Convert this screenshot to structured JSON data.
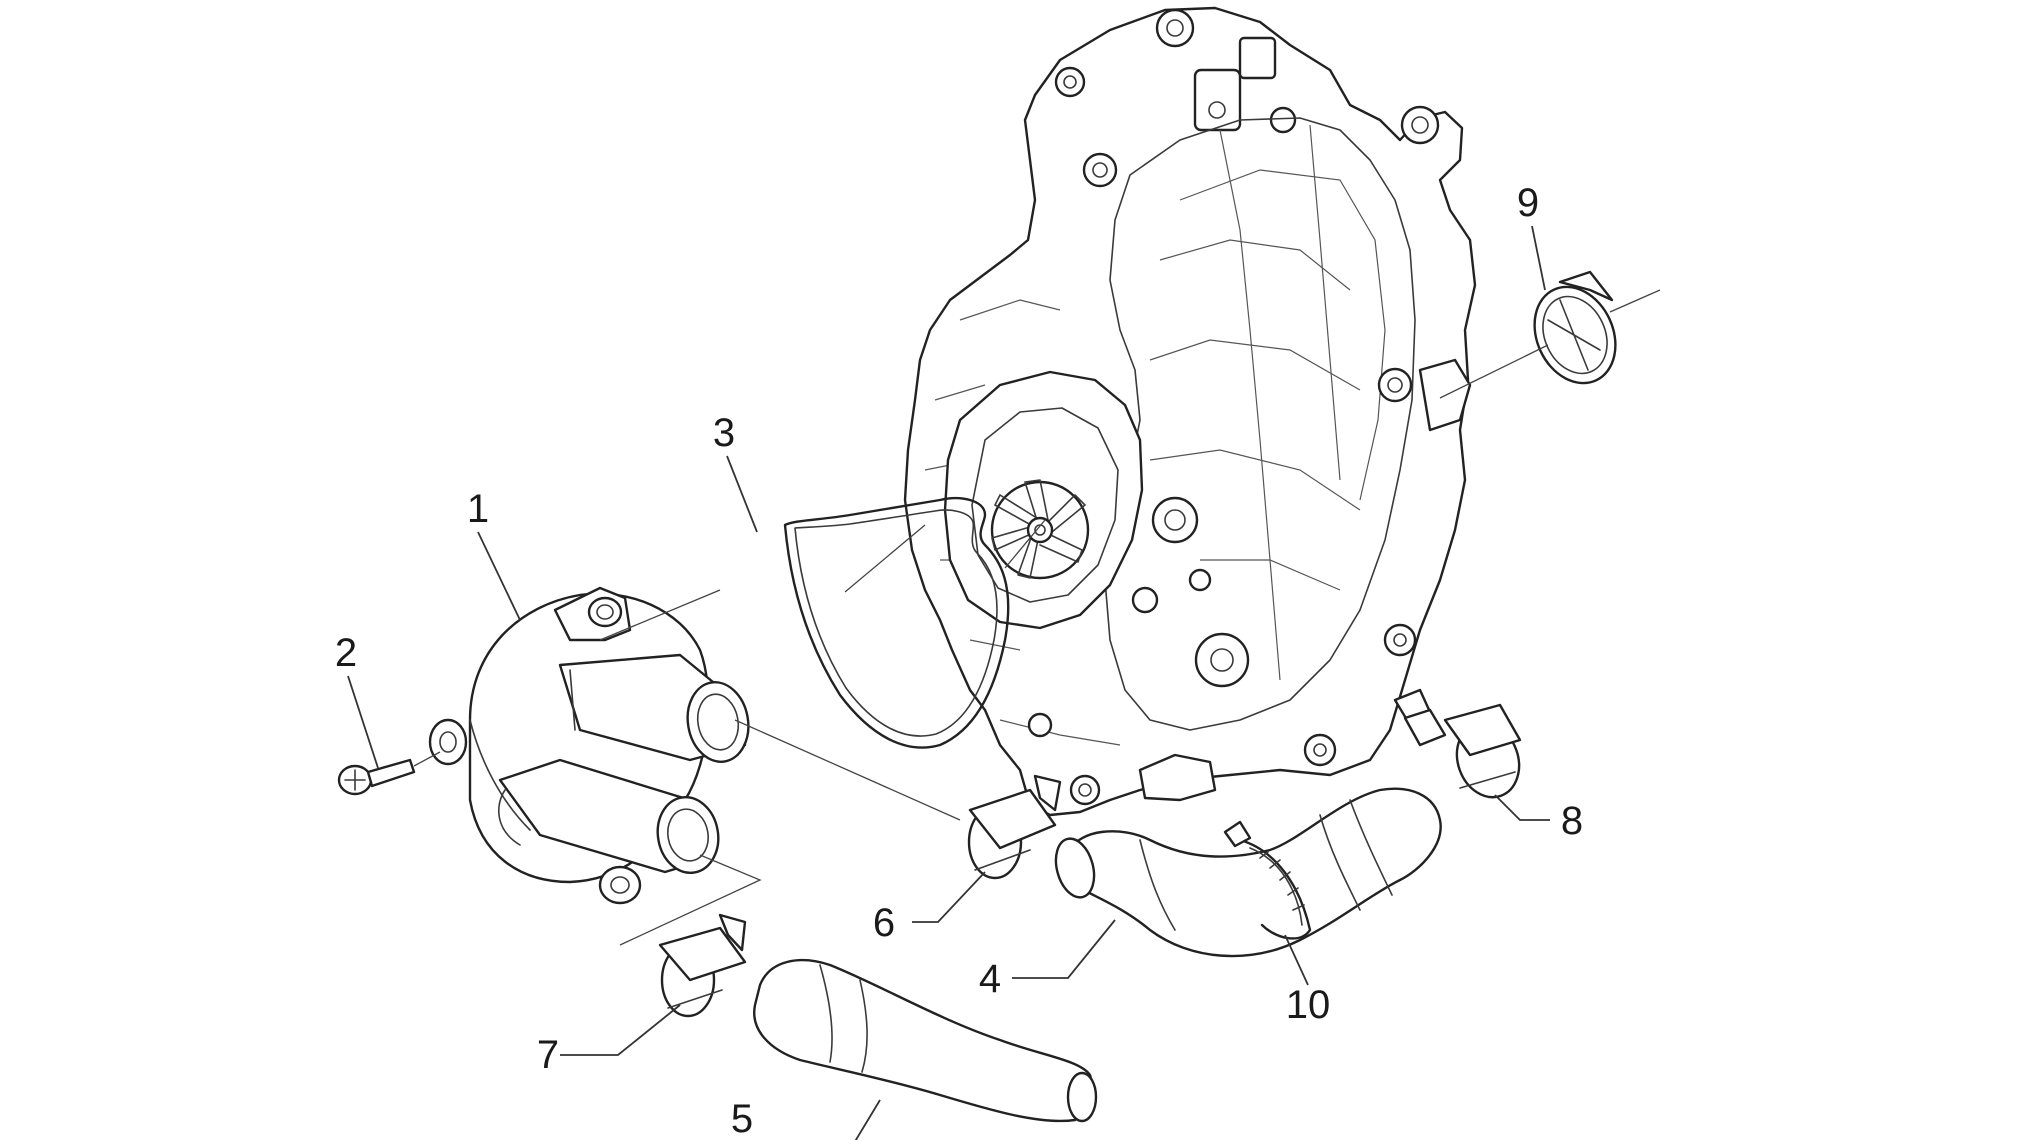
{
  "diagram": {
    "callouts": [
      {
        "id": "1",
        "label": "1",
        "part": "water pump cover"
      },
      {
        "id": "2",
        "label": "2",
        "part": "screw"
      },
      {
        "id": "3",
        "label": "3",
        "part": "o-ring gasket"
      },
      {
        "id": "4",
        "label": "4",
        "part": "hose"
      },
      {
        "id": "5",
        "label": "5",
        "part": "hose"
      },
      {
        "id": "6",
        "label": "6",
        "part": "hose clamp"
      },
      {
        "id": "7",
        "label": "7",
        "part": "hose clamp"
      },
      {
        "id": "8",
        "label": "8",
        "part": "hose clamp"
      },
      {
        "id": "9",
        "label": "9",
        "part": "plug"
      },
      {
        "id": "10",
        "label": "10",
        "part": "clamp"
      }
    ]
  },
  "colors": {
    "line": "#222222",
    "background": "#ffffff"
  }
}
